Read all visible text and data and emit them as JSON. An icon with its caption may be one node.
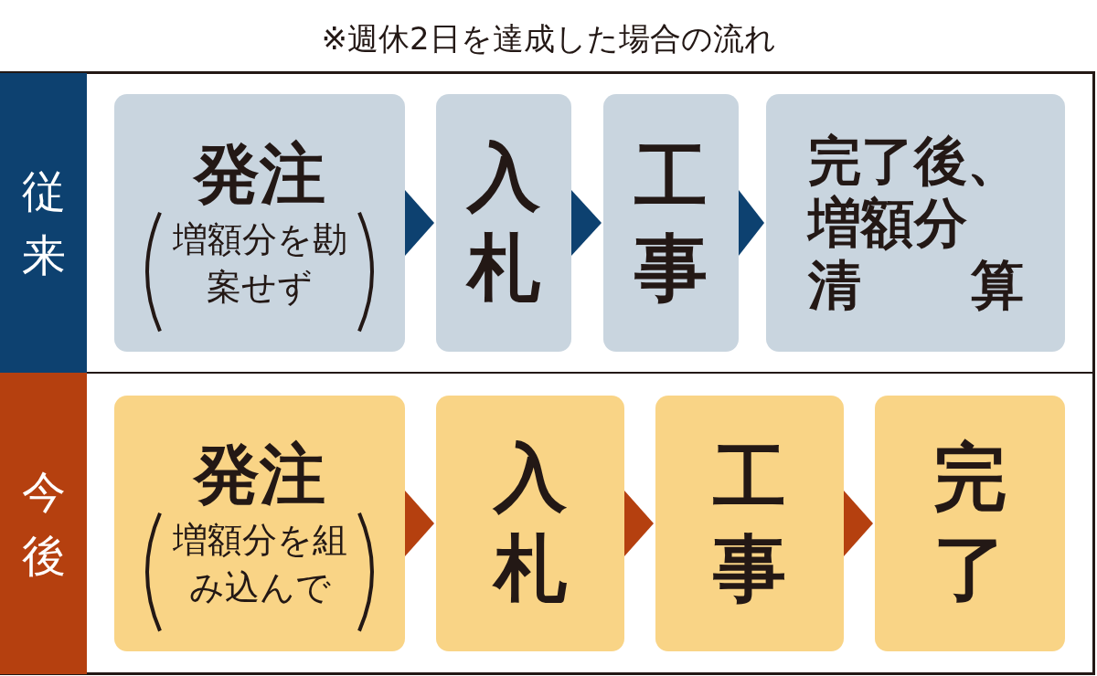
{
  "diagram": {
    "title": "※週休2日を達成した場合の流れ",
    "nodes": [
      {
        "text": [
          "従来"
        ]
      },
      {
        "text": [
          "発注",
          "増額分を勘案せず"
        ]
      },
      {
        "text": [
          "入札"
        ]
      },
      {
        "text": [
          "工事"
        ]
      },
      {
        "text": [
          "完了後、増額分清算"
        ]
      },
      {
        "text": [
          "今後"
        ]
      },
      {
        "text": [
          "発注",
          "増額分を組み込んで"
        ]
      },
      {
        "text": [
          "入札"
        ]
      },
      {
        "text": [
          "工事"
        ]
      },
      {
        "text": [
          "完了"
        ]
      }
    ],
    "edges": [
      {
        "from": 1,
        "to": 2,
        "arrow": "to",
        "color": "#0d4170"
      },
      {
        "from": 2,
        "to": 3,
        "arrow": "to",
        "color": "#0d4170"
      },
      {
        "from": 3,
        "to": 4,
        "arrow": "to",
        "color": "#0d4170"
      },
      {
        "from": 6,
        "to": 7,
        "arrow": "to",
        "color": "#b5400f"
      },
      {
        "from": 7,
        "to": 8,
        "arrow": "to",
        "color": "#b5400f"
      },
      {
        "from": 8,
        "to": 9,
        "arrow": "to",
        "color": "#b5400f"
      }
    ]
  }
}
